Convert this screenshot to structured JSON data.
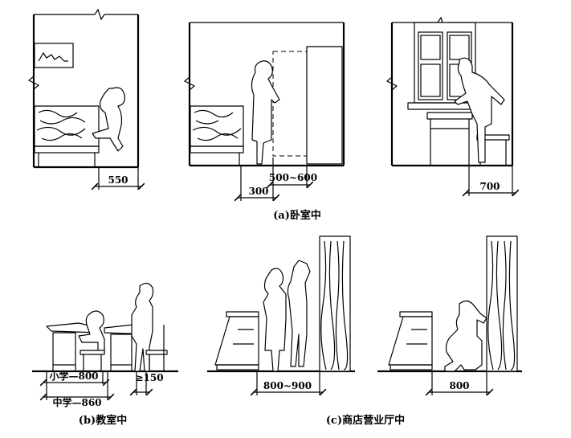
{
  "captions": {
    "bedroom": "(a)卧室中",
    "classroom": "(b)教室中",
    "shop": "(c)商店营业厅中"
  },
  "dimensions": {
    "bed_side": "550",
    "wardrobe_depth": "500~600",
    "wardrobe_front": "300",
    "window_desk": "700",
    "primary_school": "小学—800",
    "middle_school": "中学—860",
    "aisle_min": "≥150",
    "shop_counter": "800~900",
    "shop_low": "800"
  }
}
